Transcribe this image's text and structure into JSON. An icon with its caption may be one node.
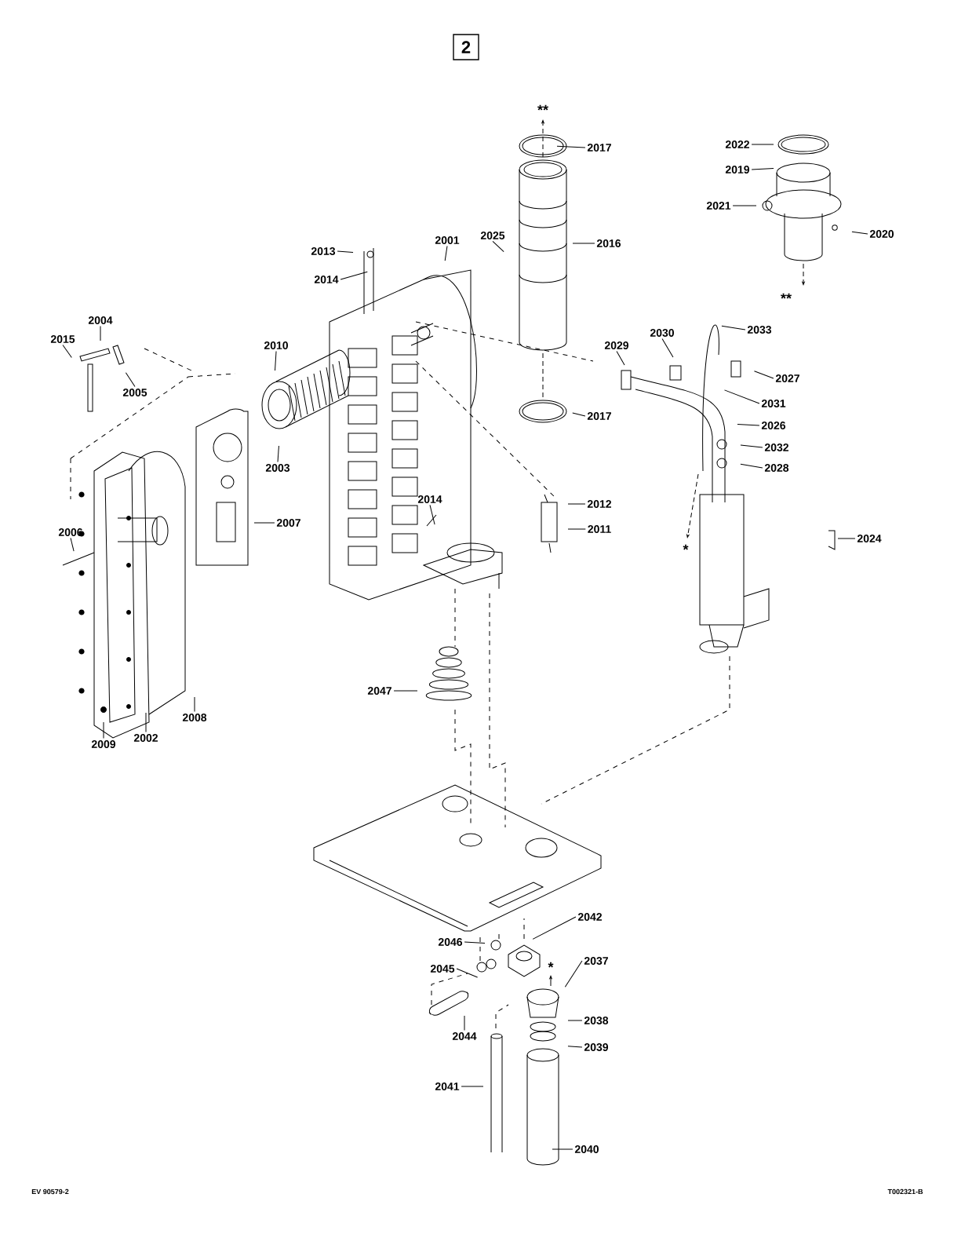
{
  "diagram": {
    "title": "2",
    "nodes": [
      {
        "text": [
          "2017"
        ]
      },
      {
        "text": [
          "2022"
        ]
      },
      {
        "text": [
          "2019"
        ]
      },
      {
        "text": [
          "2021"
        ]
      },
      {
        "text": [
          "2020"
        ]
      },
      {
        "text": [
          "2001"
        ]
      },
      {
        "text": [
          "2025"
        ]
      },
      {
        "text": [
          "2016"
        ]
      },
      {
        "text": [
          "2013"
        ]
      },
      {
        "text": [
          "2014"
        ]
      },
      {
        "text": [
          "2004"
        ]
      },
      {
        "text": [
          "2015"
        ]
      },
      {
        "text": [
          "2005"
        ]
      },
      {
        "text": [
          "2010"
        ]
      },
      {
        "text": [
          "2030"
        ]
      },
      {
        "text": [
          "2029"
        ]
      },
      {
        "text": [
          "2033"
        ]
      },
      {
        "text": [
          "2027"
        ]
      },
      {
        "text": [
          "2031"
        ]
      },
      {
        "text": [
          "2017"
        ]
      },
      {
        "text": [
          "2026"
        ]
      },
      {
        "text": [
          "2032"
        ]
      },
      {
        "text": [
          "2028"
        ]
      },
      {
        "text": [
          "2003"
        ]
      },
      {
        "text": [
          "2014"
        ]
      },
      {
        "text": [
          "2012"
        ]
      },
      {
        "text": [
          "2011"
        ]
      },
      {
        "text": [
          "2007"
        ]
      },
      {
        "text": [
          "2006"
        ]
      },
      {
        "text": [
          "2024"
        ]
      },
      {
        "text": [
          "2047"
        ]
      },
      {
        "text": [
          "2008"
        ]
      },
      {
        "text": [
          "2009"
        ]
      },
      {
        "text": [
          "2002"
        ]
      },
      {
        "text": [
          "2042"
        ]
      },
      {
        "text": [
          "2046"
        ]
      },
      {
        "text": [
          "2045"
        ]
      },
      {
        "text": [
          "2037"
        ]
      },
      {
        "text": [
          "2038"
        ]
      },
      {
        "text": [
          "2039"
        ]
      },
      {
        "text": [
          "2044"
        ]
      },
      {
        "text": [
          "2041"
        ]
      },
      {
        "text": [
          "2040"
        ]
      }
    ],
    "edges": [
      {
        "from": 0,
        "to": null,
        "arrow": "none"
      },
      {
        "from": 1,
        "to": null,
        "arrow": "none"
      },
      {
        "from": 2,
        "to": null,
        "arrow": "none"
      },
      {
        "from": 3,
        "to": null,
        "arrow": "none"
      },
      {
        "from": 4,
        "to": null,
        "arrow": "none"
      },
      {
        "from": 5,
        "to": null,
        "arrow": "none"
      },
      {
        "from": 6,
        "to": null,
        "arrow": "none"
      },
      {
        "from": 7,
        "to": null,
        "arrow": "none"
      },
      {
        "from": 8,
        "to": null,
        "arrow": "none"
      },
      {
        "from": 9,
        "to": null,
        "arrow": "none"
      },
      {
        "from": 10,
        "to": null,
        "arrow": "none"
      },
      {
        "from": 11,
        "to": null,
        "arrow": "none"
      },
      {
        "from": 12,
        "to": null,
        "arrow": "none"
      },
      {
        "from": 13,
        "to": null,
        "arrow": "none"
      },
      {
        "from": 14,
        "to": null,
        "arrow": "none"
      },
      {
        "from": 15,
        "to": null,
        "arrow": "none"
      },
      {
        "from": 16,
        "to": null,
        "arrow": "none"
      },
      {
        "from": 17,
        "to": null,
        "arrow": "none"
      },
      {
        "from": 18,
        "to": null,
        "arrow": "none"
      },
      {
        "from": 19,
        "to": null,
        "arrow": "none"
      },
      {
        "from": 20,
        "to": null,
        "arrow": "none"
      },
      {
        "from": 21,
        "to": null,
        "arrow": "none"
      },
      {
        "from": 22,
        "to": null,
        "arrow": "none"
      },
      {
        "from": 23,
        "to": null,
        "arrow": "none"
      },
      {
        "from": 24,
        "to": null,
        "arrow": "none"
      },
      {
        "from": 25,
        "to": null,
        "arrow": "none"
      },
      {
        "from": 26,
        "to": null,
        "arrow": "none"
      },
      {
        "from": 27,
        "to": null,
        "arrow": "none"
      },
      {
        "from": 28,
        "to": null,
        "arrow": "none"
      },
      {
        "from": 29,
        "to": null,
        "arrow": "none"
      },
      {
        "from": 30,
        "to": null,
        "arrow": "none"
      },
      {
        "from": 31,
        "to": null,
        "arrow": "none"
      },
      {
        "from": 32,
        "to": null,
        "arrow": "none"
      },
      {
        "from": 33,
        "to": null,
        "arrow": "none"
      },
      {
        "from": 34,
        "to": null,
        "arrow": "none"
      },
      {
        "from": 35,
        "to": null,
        "arrow": "none"
      },
      {
        "from": 36,
        "to": null,
        "arrow": "none"
      },
      {
        "from": 37,
        "to": null,
        "arrow": "none"
      },
      {
        "from": 38,
        "to": null,
        "arrow": "none"
      },
      {
        "from": 39,
        "to": null,
        "arrow": "none"
      },
      {
        "from": 40,
        "to": null,
        "arrow": "none"
      },
      {
        "from": 41,
        "to": null,
        "arrow": "none"
      },
      {
        "from": 42,
        "to": null,
        "arrow": "none"
      }
    ],
    "labels": [
      "**",
      "**",
      "*",
      "*",
      "EV 90579-2",
      "T002321-B"
    ]
  }
}
